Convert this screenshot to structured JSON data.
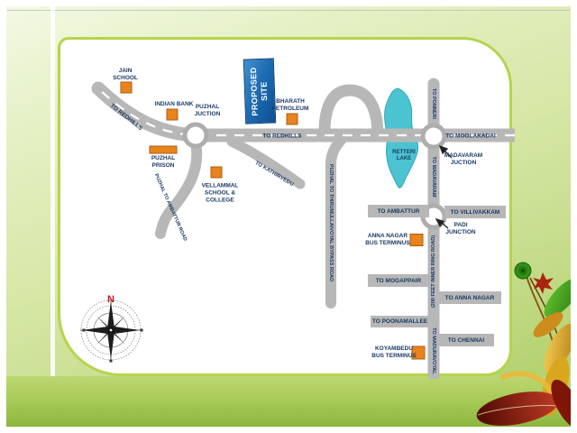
{
  "proposed_site": {
    "label": "PROPOSED\nSITE"
  },
  "junctions": {
    "puzhal": "PUZHAL\nJUCTION",
    "madavaram": "MADAVARAM\nJUCTION",
    "padi": "PADI\nJUNCTION"
  },
  "landmarks": {
    "jain_school": "JAIN\nSCHOOL",
    "indian_bank": "INDIAN BANK",
    "bharath_petroleum": "BHARATH\nPETROLEUM",
    "puzhal_prison": "PUZHAL\nPRISON",
    "vellammal": "VELLAMMAL\nSCHOOL &\nCOLLEGE",
    "anna_nagar_bus_terminus": "ANNA NAGAR\nBUS TERMINUS",
    "koyambedu_bus_terminus": "KOYAMBEDU\nBUS TERMINUS",
    "retteri_lake": "RETTERI\nLAKE"
  },
  "road_labels": {
    "to_redhills_curve": "TO REDHILLS",
    "to_redhills_main": "TO REDHILLS",
    "to_moolakadai": "TO MOOLAKADAI",
    "to_ponneri": "TO PONNERI",
    "to_madavaram": "TO MADAVARAM",
    "to_ambattur": "TO AMBATTUR",
    "to_villivakkam": "TO VILLIVAKKAM",
    "inner_ring_road": "(200 FEET INNER RING ROAD)",
    "to_mogappair": "TO MOGAPPAIR",
    "to_anna_nagar": "TO ANNA NAGAR",
    "to_poonamallee": "TO POONAMALLEE",
    "to_chennai": "TO CHENNAI",
    "to_maduravoyal": "TO MADURAVOYAL",
    "puzhal_to_ambattur_road": "PUZHAL TO AMBATTUR ROAD",
    "puzhal_to_thirumullaivoyal": "PUZHAL TO THIRUMULLAIVOYAL BYPASS ROAD",
    "to_kathirvedu": "TO KATHIRVEDU"
  },
  "compass": {
    "north": "N"
  },
  "colors": {
    "road_grey": "#b7b7b7",
    "label_navy": "#1b3a64",
    "landmark_orange": "#e8831d",
    "lake_teal": "#4cc3d1",
    "site_blue": "#1565ad",
    "panel_border_green": "#b5d44c"
  }
}
